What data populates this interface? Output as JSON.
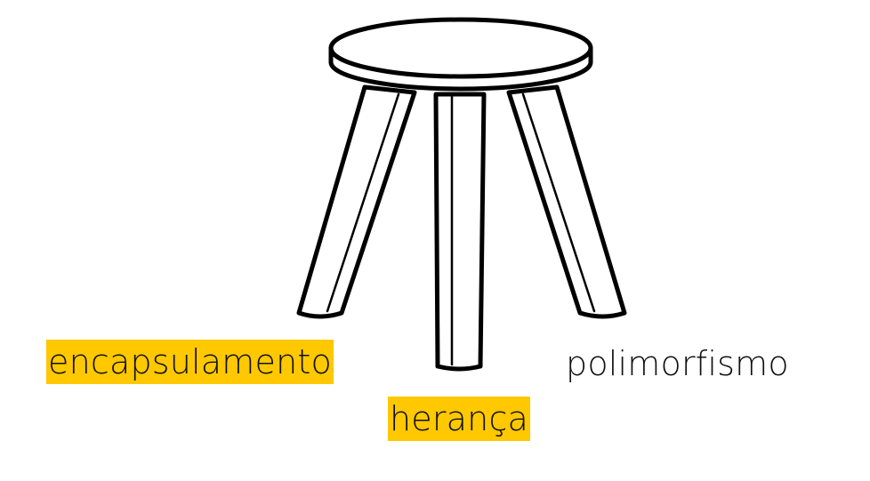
{
  "labels": {
    "encapsulamento": "encapsulamento",
    "heranca": "herança",
    "polimorfismo": "polimorfismo"
  },
  "colors": {
    "highlight": "#ffc800",
    "stroke": "#000000",
    "text": "#111111"
  },
  "highlighted": [
    "encapsulamento",
    "heranca"
  ]
}
